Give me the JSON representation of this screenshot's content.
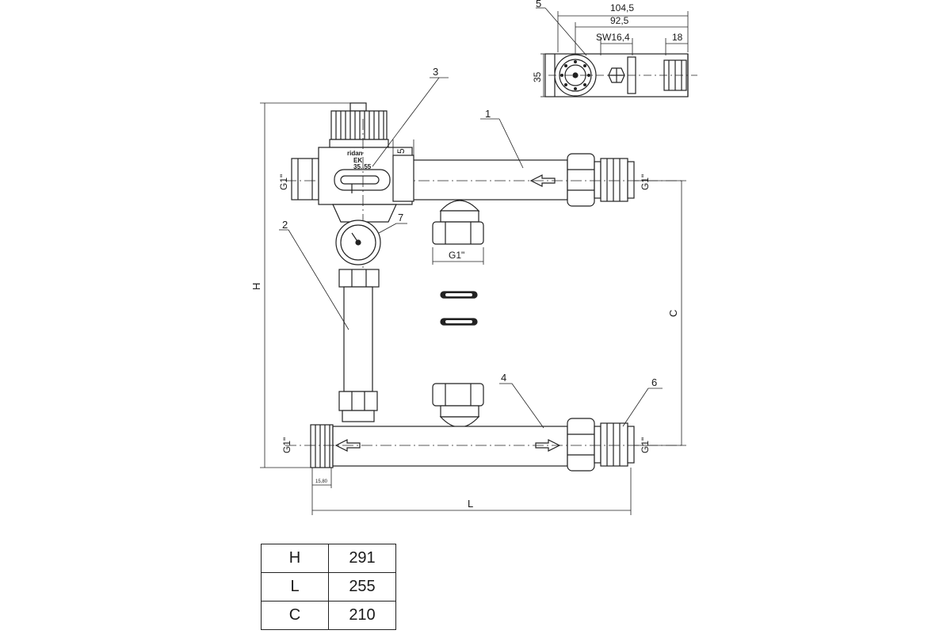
{
  "callouts": [
    "1",
    "2",
    "3",
    "4",
    "5",
    "6",
    "7"
  ],
  "top_view": {
    "dim_overall": "104,5",
    "dim_inner": "92,5",
    "dim_wrench": "SW16,4",
    "dim_end": "18",
    "dim_height": "35"
  },
  "thread_labels": {
    "supply_left": "G1\"",
    "supply_right": "G1\"",
    "return_left": "G1\"",
    "return_right": "G1\"",
    "pump_port": "G1\""
  },
  "dims": {
    "H": "H",
    "L": "L",
    "C": "C",
    "five": "5",
    "small": "15,80"
  },
  "logo": {
    "brand": "ridan",
    "line2": "EK",
    "line3": "35..55"
  },
  "table": [
    {
      "key": "H",
      "value": "291"
    },
    {
      "key": "L",
      "value": "255"
    },
    {
      "key": "C",
      "value": "210"
    }
  ]
}
